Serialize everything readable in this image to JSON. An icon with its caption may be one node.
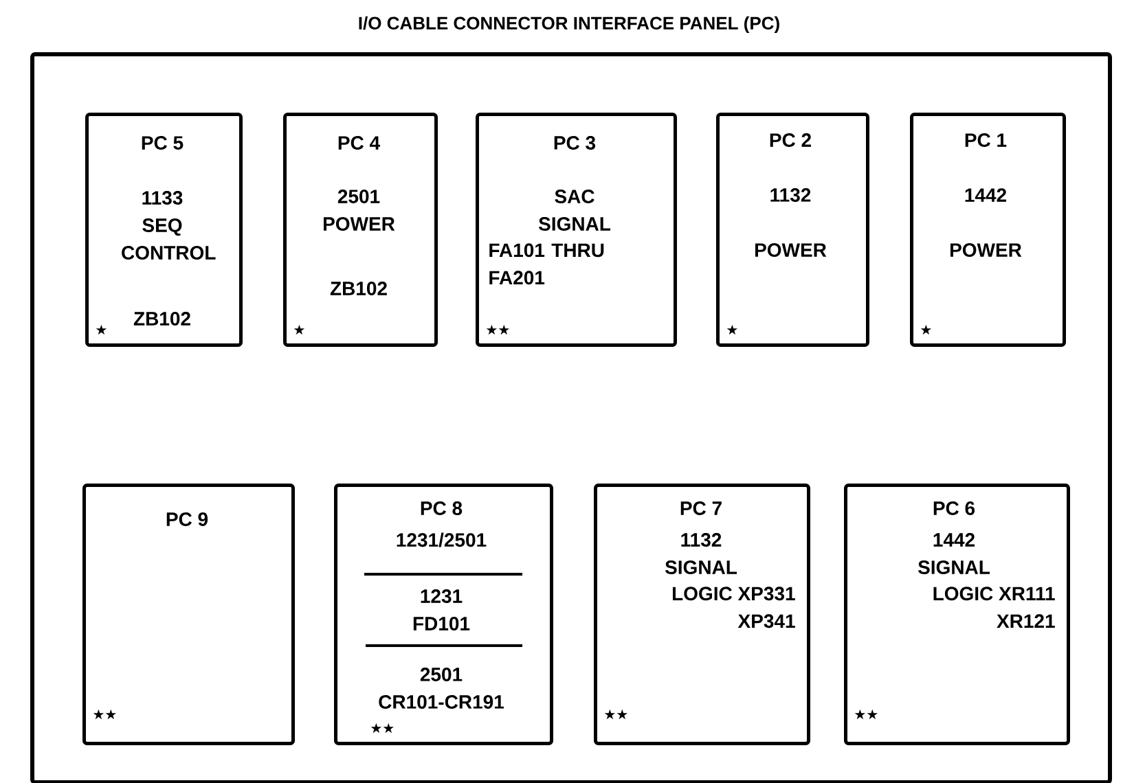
{
  "diagram": {
    "nodes": [
      {
        "text": [
          "I/O CABLE CONNECTOR INTERFACE PANEL (PC)"
        ]
      },
      {
        "text": [
          "PC 5",
          "1133 SEQ CONTROL",
          "ZB102",
          "★"
        ],
        "in": 0
      },
      {
        "text": [
          "PC 4",
          "2501 POWER",
          "ZB102",
          "★"
        ],
        "in": 0
      },
      {
        "text": [
          "PC 3",
          "SAC SIGNAL",
          "FA101 THRU FA201",
          "★★"
        ],
        "in": 0
      },
      {
        "text": [
          "PC 2",
          "1132",
          "POWER",
          "★"
        ],
        "in": 0
      },
      {
        "text": [
          "PC 1",
          "1442",
          "POWER",
          "★"
        ],
        "in": 0
      },
      {
        "text": [
          "PC 9",
          "★★"
        ],
        "in": 0
      },
      {
        "text": [
          "PC 8",
          "1231/2501",
          "1231 FD101",
          "2501 CR101-CR191",
          "★★"
        ],
        "in": 0
      },
      {
        "text": [
          "PC 7",
          "1132 SIGNAL",
          "LOGIC XP331 XP341",
          "★★"
        ],
        "in": 0
      },
      {
        "text": [
          "PC 6",
          "1442 SIGNAL",
          "LOGIC XR111 XR121",
          "★★"
        ],
        "in": 0
      }
    ]
  }
}
